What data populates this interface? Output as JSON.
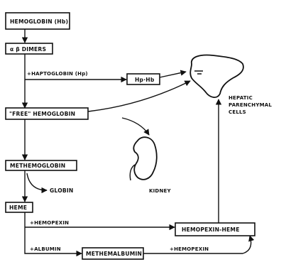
{
  "labels": {
    "hemoglobin": "HEMOGLOBIN (Hb)",
    "dimers": "α β DIMERS",
    "haptoglobin": "+HAPTOGLOBIN (Hp)",
    "hphb": "Hp·Hb",
    "free_hemoglobin": "\"FREE\" HEMOGLOBIN",
    "methemoglobin": "METHEMOGLOBIN",
    "globin": "GLOBIN",
    "heme": "HEME",
    "hemopexin": "+HEMOPEXIN",
    "hemopexin_heme": "HEMOPEXIN-HEME",
    "albumin": "+ALBUMIN",
    "methemalbumin": "METHEMALBUMIN",
    "hemopexin2": "+HEMOPEXIN",
    "hepatic_line1": "HEPATIC",
    "hepatic_line2": "PARENCHYMAL",
    "hepatic_line3": "CELLS",
    "kidney": "KIDNEY"
  }
}
